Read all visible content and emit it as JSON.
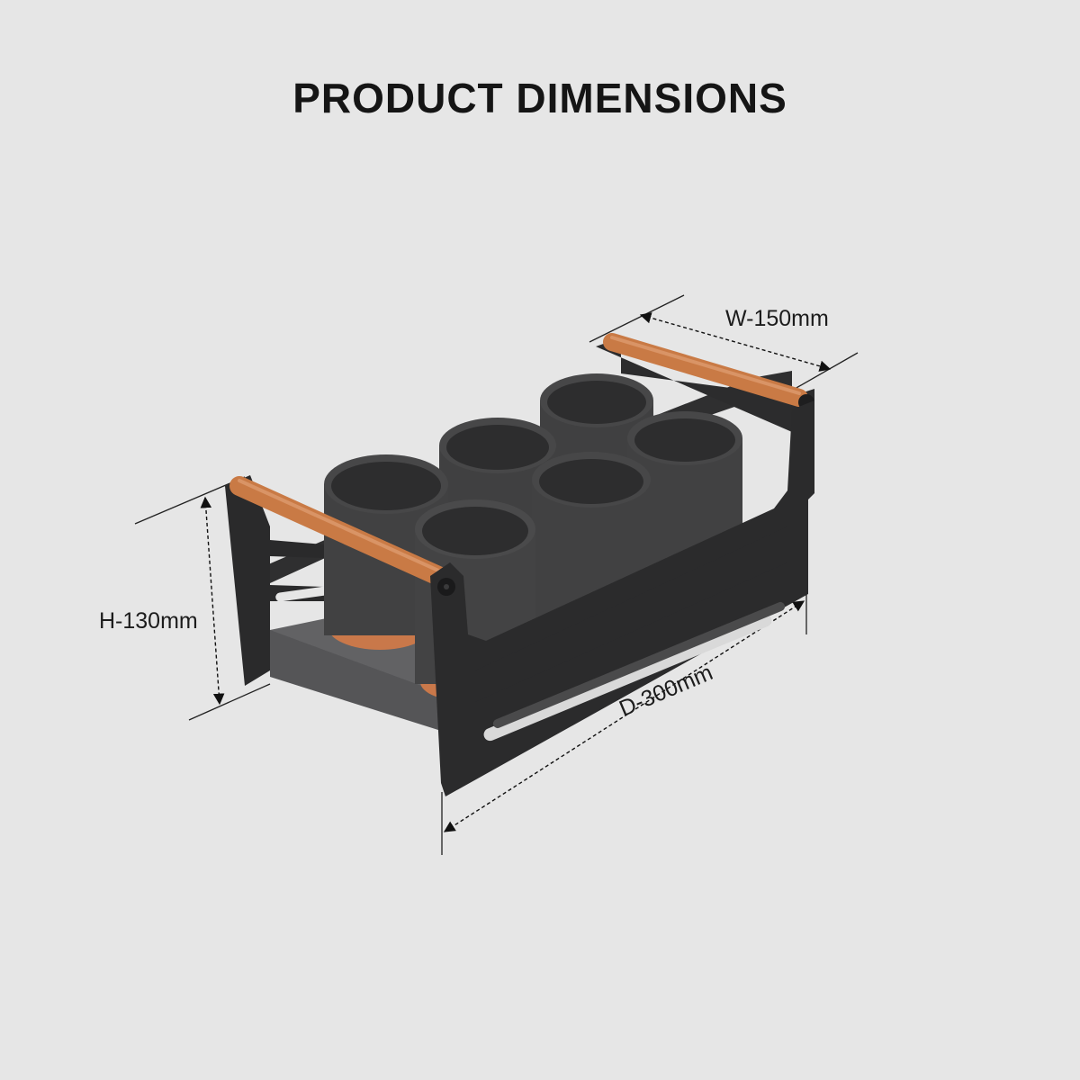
{
  "title": "PRODUCT DIMENSIONS",
  "dimensions": {
    "width": "W-150mm",
    "height": "H-130mm",
    "depth": "D-300mm"
  },
  "product": {
    "cup_count": 6,
    "colors": {
      "metal": "#2b2b2c",
      "cup": "#414142",
      "cup_shadow": "#2a2a2b",
      "handle": "#c97a45",
      "tray": "#58585a",
      "leather_pad": "#c9784a"
    }
  },
  "icons": [
    "dimension-arrow-icon",
    "screw-icon"
  ]
}
